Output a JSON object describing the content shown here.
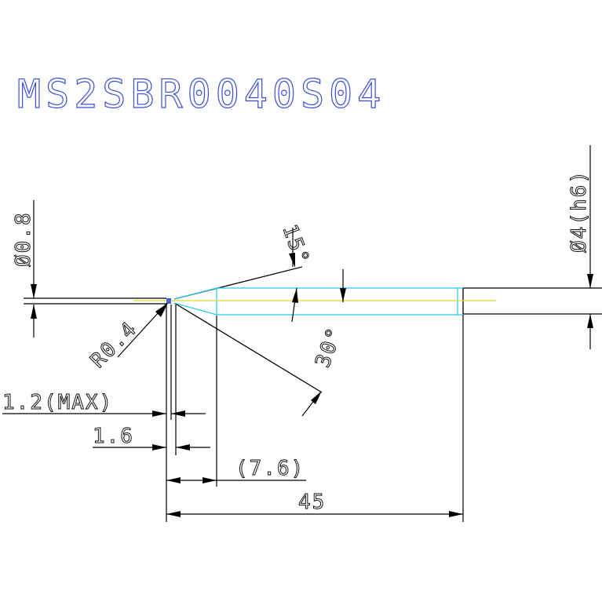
{
  "drawing": {
    "part_number": "MS2SBR0040S04",
    "colors": {
      "title": "#3a4fd8",
      "outline": "#000000",
      "taper_lines": "#22ccee",
      "centerline": "#e8d830",
      "background": "#ffffff"
    },
    "dimensions": {
      "tip_diameter": "Ø0.8",
      "shank_diameter": "Ø4(h6)",
      "ball_radius": "R0.4",
      "flute_length": "1.2(MAX)",
      "neck_length": "1.6",
      "taper_length": "(7.6)",
      "overall_length": "45",
      "taper_half_angle": "15°",
      "included_angle": "30°"
    }
  }
}
